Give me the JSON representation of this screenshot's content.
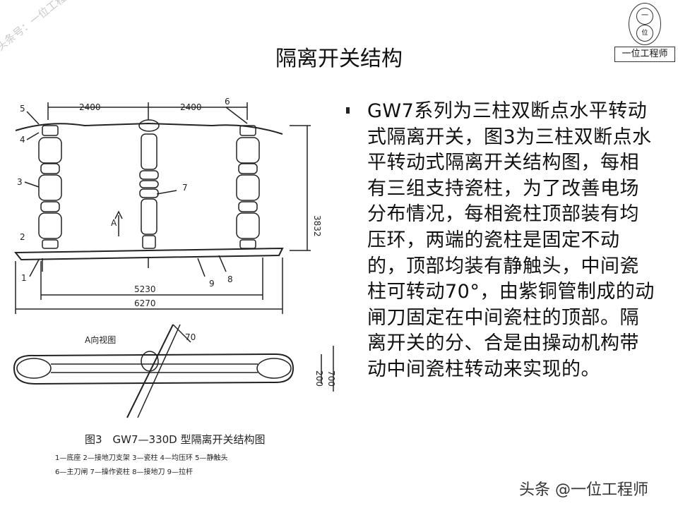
{
  "title": "隔离开关结构",
  "logo": {
    "label": "一位工程师",
    "top_char": "一",
    "bottom_char": "位"
  },
  "watermarks": {
    "diagonal": "头条号：一位工程师",
    "bottom": "头条 @一位工程师"
  },
  "body_text": "GW7系列为三柱双断点水平转动式隔离开关，图3为三柱双断点水平转动式隔离开关结构图，每相有三组支持瓷柱，为了改善电场分布情况，每相瓷柱顶部装有均压环，两端的瓷柱是固定不动的，顶部均装有静触头，中间瓷柱可转动70°，由紫铜管制成的动闸刀固定在中间瓷柱的顶部。隔离开关的分、合是由操动机构带动中间瓷柱转动来实现的。",
  "figure": {
    "caption": "图3　GW7—330D 型隔离开关结构图",
    "legend_line1": "1—底座 2—接地刀支架 3—瓷柱 4—均压环 5—静触头",
    "legend_line2": "6—主刀闸 7—操作瓷柱 8—接地刀 9—拉杆",
    "dims": {
      "d1": "2400",
      "d2": "2400",
      "height": "3832",
      "inner": "5230",
      "outer": "6270",
      "w1": "200",
      "w2": "700",
      "rot": "70"
    },
    "view_label": "A向视图",
    "arrow_label": "A",
    "part_numbers": [
      "1",
      "2",
      "3",
      "4",
      "5",
      "6",
      "7",
      "8",
      "9"
    ]
  }
}
